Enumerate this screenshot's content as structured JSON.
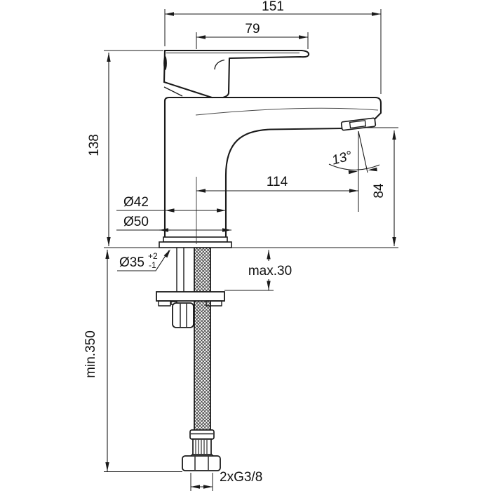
{
  "drawing": {
    "subject": "single-lever-basin-mixer-dimensional-drawing",
    "colors": {
      "line": "#1a1a1a",
      "background": "#ffffff"
    },
    "labels": {
      "total_width": "151",
      "lever_length": "79",
      "height_to_lever": "138",
      "spout_projection": "114",
      "body_diameter": "Ø42",
      "base_diameter": "Ø50",
      "hole_diameter": "Ø35",
      "hole_tolerance_plus": "+2",
      "hole_tolerance_minus": "-1",
      "max_deck_thickness": "max.30",
      "outlet_height": "84",
      "outlet_angle": "13°",
      "min_hose_length": "min.350",
      "connection_thread": "2xG3/8"
    }
  }
}
